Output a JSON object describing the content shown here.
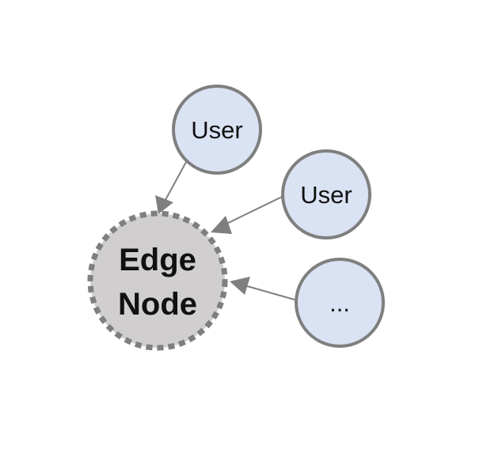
{
  "colors": {
    "background": "#ffffff",
    "user_fill": "#dae3f3",
    "user_stroke": "#7f7f7f",
    "edge_fill": "#d0cece",
    "edge_stroke": "#7f7f7f",
    "arrow": "#7f7f7f",
    "text": "#111111"
  },
  "edge_node": {
    "label_line1": "Edge",
    "label_line2": "Node"
  },
  "users": [
    {
      "label": "User"
    },
    {
      "label": "User"
    },
    {
      "label": "..."
    }
  ]
}
